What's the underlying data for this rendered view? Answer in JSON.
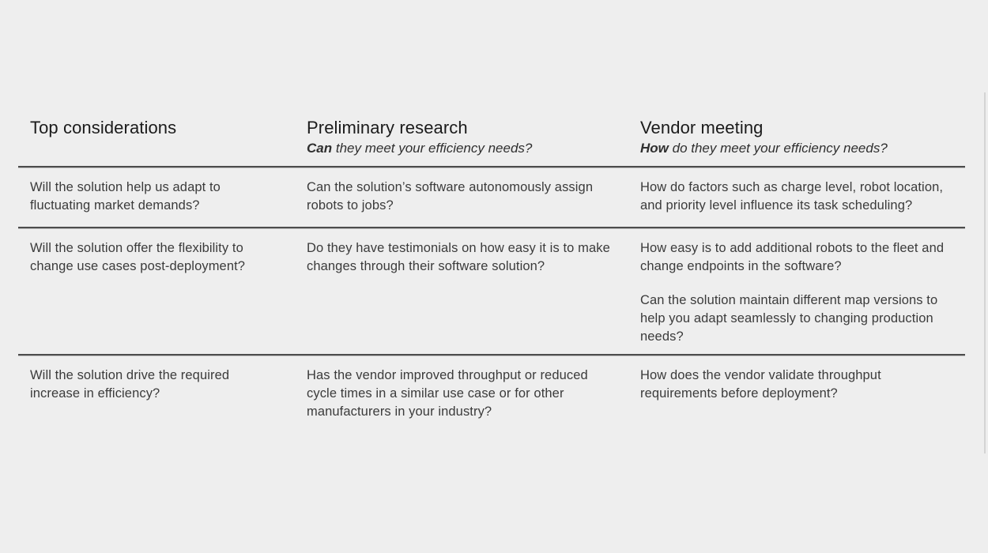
{
  "page": {
    "background": "#eeeeee",
    "divider_color": "#4c4c4c"
  },
  "table": {
    "columns": [
      {
        "title": "Top considerations"
      },
      {
        "title": "Preliminary research",
        "subtitle_lead": "Can",
        "subtitle_rest": " they meet your efficiency needs?"
      },
      {
        "title": "Vendor meeting",
        "subtitle_lead": "How",
        "subtitle_rest": " do they meet your efficiency needs?"
      }
    ],
    "rows": [
      {
        "cells": [
          [
            "Will the solution help us adapt to fluctuating market demands?"
          ],
          [
            "Can the solution’s software autonomously assign robots to jobs?"
          ],
          [
            "How do factors such as charge level, robot location, and priority level influence its task scheduling?"
          ]
        ]
      },
      {
        "cells": [
          [
            "Will the solution offer the flexibility to change use cases post-deployment?"
          ],
          [
            "Do they have testimonials on how easy it is to make changes through their software solution?"
          ],
          [
            "How easy is to add additional robots to the fleet and change endpoints in the software?",
            "Can the solution maintain different map versions to help you adapt seamlessly to changing production needs?"
          ]
        ]
      },
      {
        "cells": [
          [
            "Will the solution drive the required increase in efficiency?"
          ],
          [
            "Has the vendor improved throughput or reduced cycle times in a similar use case or for other manufacturers in your industry?"
          ],
          [
            "How does the vendor validate throughput requirements before deployment?"
          ]
        ]
      }
    ]
  }
}
